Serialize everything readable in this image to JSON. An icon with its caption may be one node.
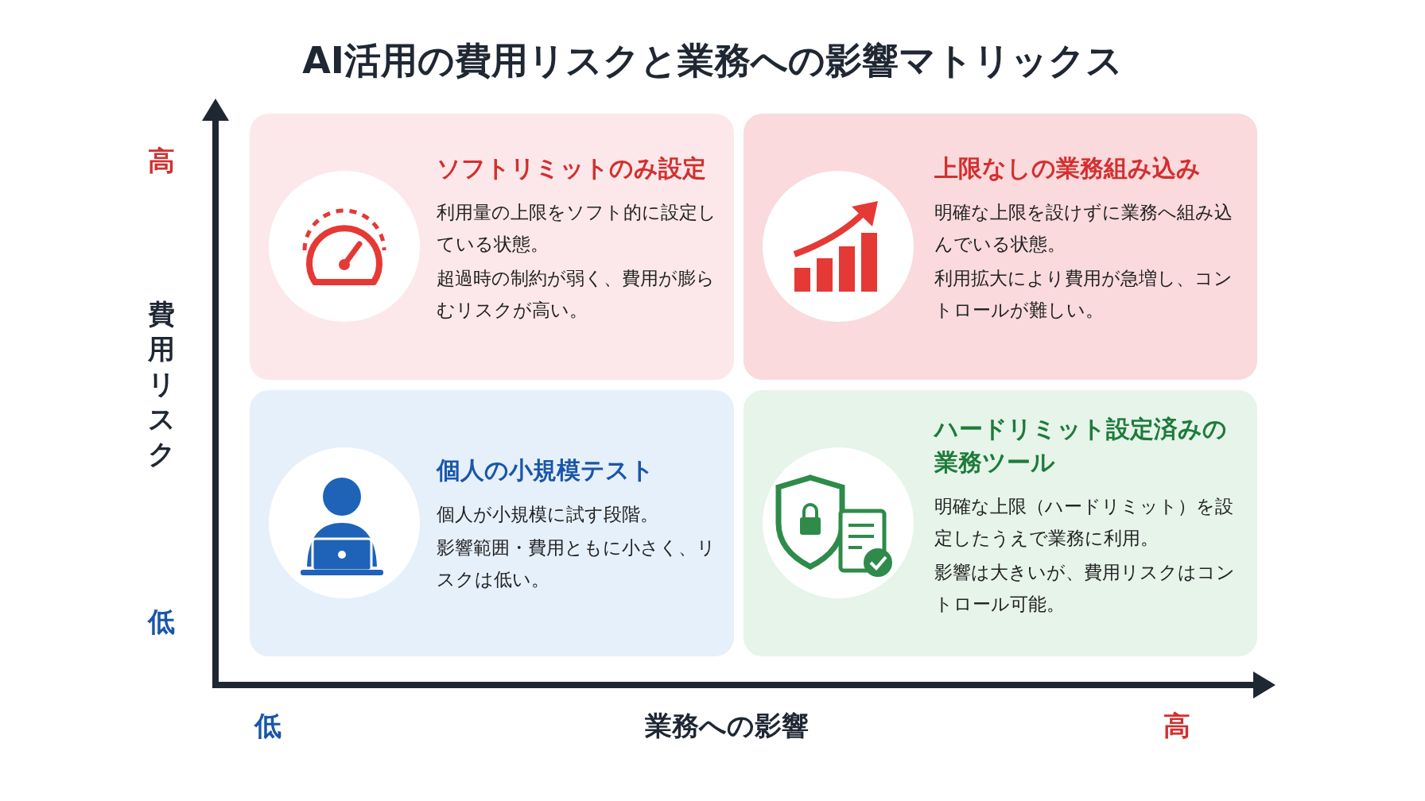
{
  "diagram": {
    "title": "AI活用の費用リスクと業務への影響マトリックス",
    "nodes": [
      {
        "text": [
          "ソフトリミットのみ設定",
          "利用量の上限をソフト的に設定している状態。",
          "超過時の制約が弱く、費用が膨らむリスクが高い。"
        ]
      },
      {
        "text": [
          "上限なしの業務組み込み",
          "明確な上限を設けずに業務へ組み込んでいる状態。",
          "利用拡大により費用が急増し、コントロールが難しい。"
        ]
      },
      {
        "text": [
          "個人の小規模テスト",
          "個人が小規模に試す段階。",
          "影響範囲・費用ともに小さく、リスクは低い。"
        ]
      },
      {
        "text": [
          "ハードリミット設定済みの業務ツール",
          "明確な上限（ハードリミット）を設定したうえで業務に利用。",
          "影響は大きいが、費用リスクはコントロール可能。"
        ]
      }
    ],
    "edges": [],
    "labels": [
      "高",
      "費用リスク",
      "低",
      "低",
      "業務への影響",
      "高"
    ]
  }
}
